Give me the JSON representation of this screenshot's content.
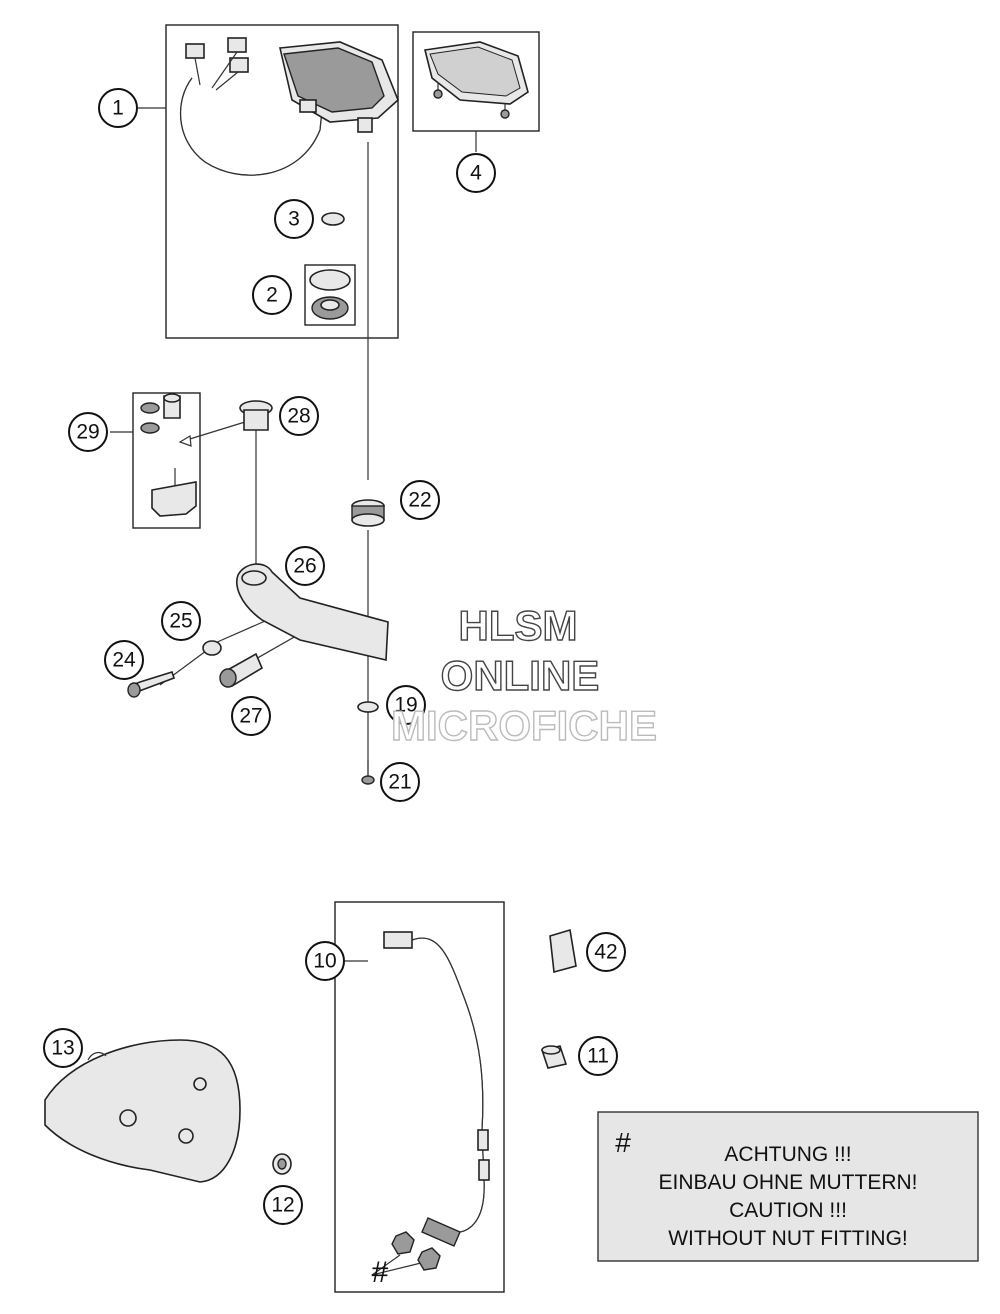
{
  "callouts": [
    "1",
    "2",
    "3",
    "4",
    "10",
    "11",
    "12",
    "13",
    "19",
    "21",
    "22",
    "24",
    "25",
    "26",
    "27",
    "28",
    "29",
    "42"
  ],
  "watermark": {
    "line1": "HLSM",
    "line2": "ONLINE",
    "line3": "MICROFICHE"
  },
  "note": {
    "symbol": "#",
    "lines": [
      "ACHTUNG !!!",
      "EINBAU OHNE MUTTERN!",
      "CAUTION !!!",
      "WITHOUT NUT FITTING!"
    ]
  },
  "hash_marker": "#"
}
